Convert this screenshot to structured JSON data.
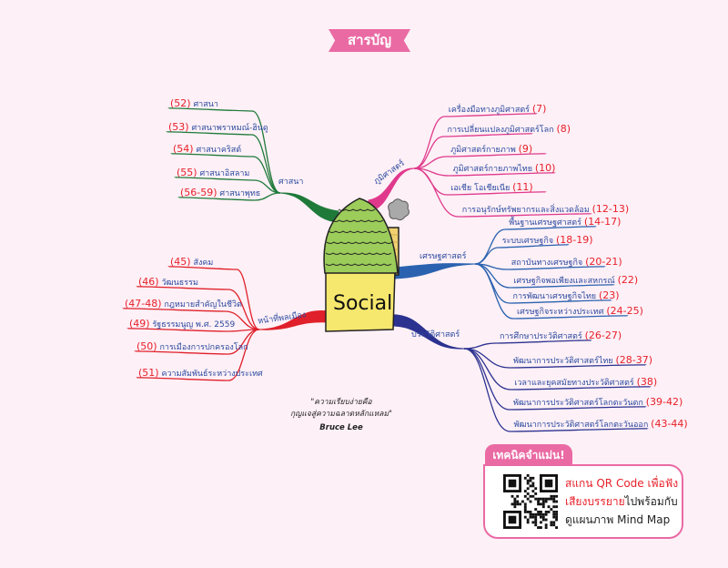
{
  "title": "สารบัญ",
  "center": {
    "label": "Social"
  },
  "colors": {
    "background": "#fdf0f6",
    "ribbon": "#ea6aa4",
    "religion": "#1f7a3a",
    "geography": "#e0398c",
    "economics": "#2a62b0",
    "history": "#2c3290",
    "civics": "#e0202a",
    "page": "#e8202a",
    "text": "#2b4aa0"
  },
  "branches": {
    "religion": {
      "label": "ศาสนา",
      "items": [
        {
          "pages": "(52)",
          "label": "ศาสนา"
        },
        {
          "pages": "(53)",
          "label": "ศาสนาพราหมณ์-ฮินดู"
        },
        {
          "pages": "(54)",
          "label": "ศาสนาคริสต์"
        },
        {
          "pages": "(55)",
          "label": "ศาสนาอิสลาม"
        },
        {
          "pages": "(56-59)",
          "label": "ศาสนาพุทธ"
        }
      ]
    },
    "geography": {
      "label": "ภูมิศาสตร์",
      "items": [
        {
          "pages": "(7)",
          "label": "เครื่องมือทางภูมิศาสตร์"
        },
        {
          "pages": "(8)",
          "label": "การเปลี่ยนแปลงภูมิศาสตร์โลก"
        },
        {
          "pages": "(9)",
          "label": "ภูมิศาสตร์กายภาพ"
        },
        {
          "pages": "(10)",
          "label": "ภูมิศาสตร์กายภาพไทย"
        },
        {
          "pages": "(11)",
          "label": "เอเชีย โอเชียเนีย"
        },
        {
          "pages": "(12-13)",
          "label": "การอนุรักษ์ทรัพยากรและสิ่งแวดล้อม"
        }
      ]
    },
    "economics": {
      "label": "เศรษฐศาสตร์",
      "items": [
        {
          "pages": "(14-17)",
          "label": "พื้นฐานเศรษฐศาสตร์"
        },
        {
          "pages": "(18-19)",
          "label": "ระบบเศรษฐกิจ"
        },
        {
          "pages": "(20-21)",
          "label": "สถาบันทางเศรษฐกิจ"
        },
        {
          "pages": "(22)",
          "label": "เศรษฐกิจพอเพียงและสหกรณ์"
        },
        {
          "pages": "(23)",
          "label": "การพัฒนาเศรษฐกิจไทย"
        },
        {
          "pages": "(24-25)",
          "label": "เศรษฐกิจระหว่างประเทศ"
        }
      ]
    },
    "history": {
      "label": "ประวัติศาสตร์",
      "items": [
        {
          "pages": "(26-27)",
          "label": "การศึกษาประวัติศาสตร์"
        },
        {
          "pages": "(28-37)",
          "label": "พัฒนาการประวัติศาสตร์ไทย"
        },
        {
          "pages": "(38)",
          "label": "เวลาและยุคสมัยทางประวัติศาสตร์"
        },
        {
          "pages": "(39-42)",
          "label": "พัฒนาการประวัติศาสตร์โลกตะวันตก"
        },
        {
          "pages": "(43-44)",
          "label": "พัฒนาการประวัติศาสตร์โลกตะวันออก"
        }
      ]
    },
    "civics": {
      "label": "หน้าที่พลเมือง",
      "items": [
        {
          "pages": "(45)",
          "label": "สังคม"
        },
        {
          "pages": "(46)",
          "label": "วัฒนธรรม"
        },
        {
          "pages": "(47-48)",
          "label": "กฎหมายสำคัญในชีวิต"
        },
        {
          "pages": "(49)",
          "label": "รัฐธรรมนูญ พ.ศ. 2559"
        },
        {
          "pages": "(50)",
          "label": "การเมืองการปกครองโลก"
        },
        {
          "pages": "(51)",
          "label": "ความสัมพันธ์ระหว่างประเทศ"
        }
      ]
    }
  },
  "quote": {
    "line1": "\"ความเรียบง่ายคือ",
    "line2": "กุญแจสู่ความฉลาดหลักแหลม\"",
    "author": "Bruce Lee"
  },
  "tip": {
    "title": "เทคนิคจำแม่น!",
    "line1_red": "สแกน QR Code เพื่อฟัง",
    "line2_red": "เสียงบรรยาย",
    "line2_rest": "ไปพร้อมกับ",
    "line3": "ดูแผนภาพ Mind Map"
  }
}
